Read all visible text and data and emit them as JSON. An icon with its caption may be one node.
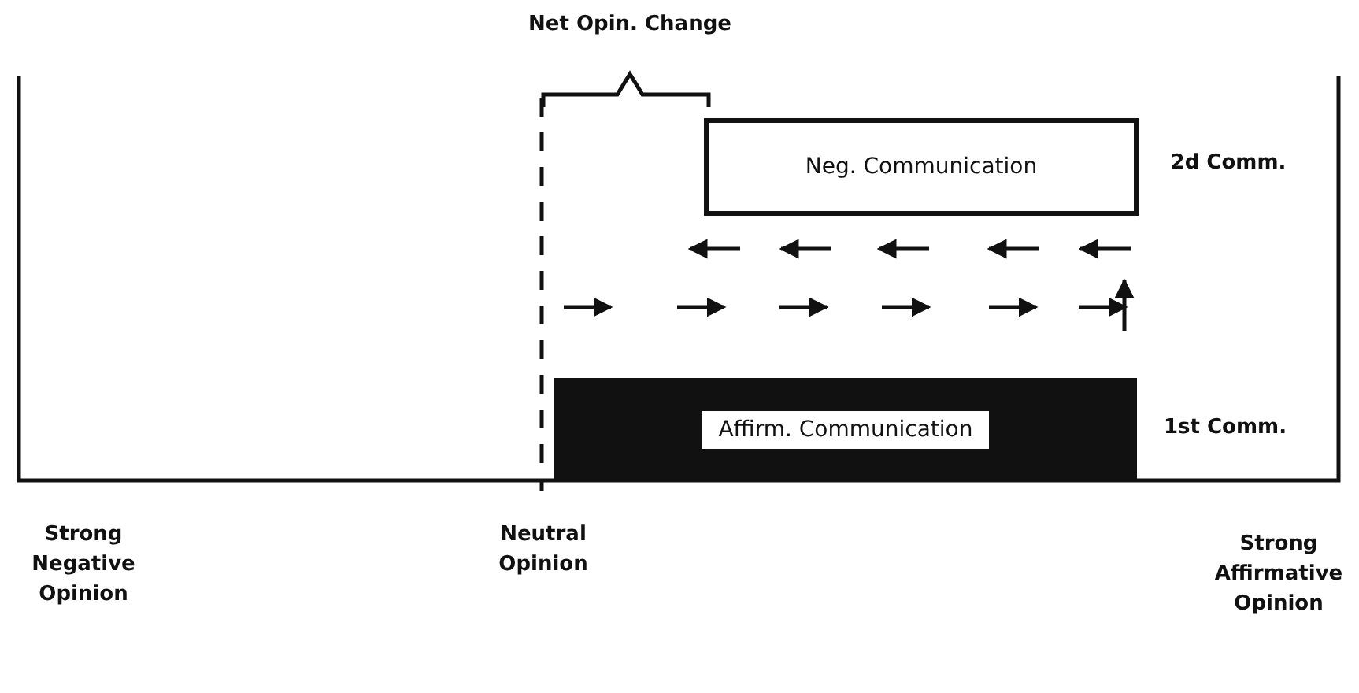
{
  "diagram": {
    "nodes": [
      {
        "text": [
          "Neg. Communication"
        ]
      },
      {
        "text": [
          "Affirm. Communication"
        ]
      }
    ],
    "labels": [
      "Net Opin. Change",
      "2d Comm.",
      "1st Comm.",
      "Strong Negative Opinion",
      "Neutral Opinion",
      "Strong Affirmative Opinion"
    ]
  }
}
